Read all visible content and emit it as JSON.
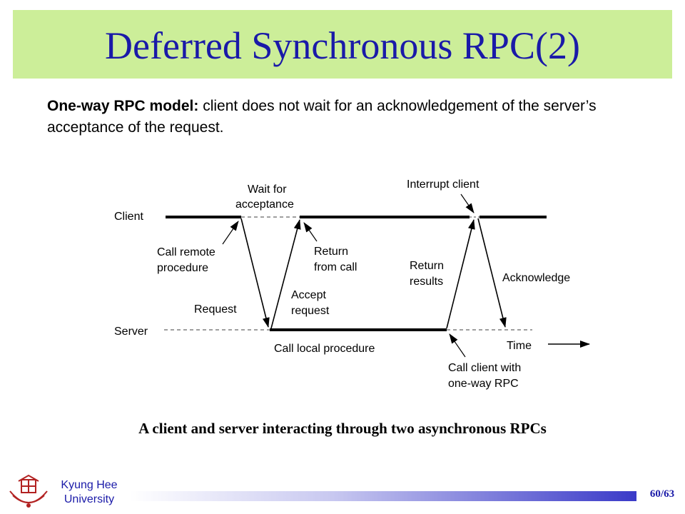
{
  "slide": {
    "title": "Deferred Synchronous RPC(2)",
    "intro_bold": "One-way RPC model:",
    "intro_text": " client does not wait for an acknowledgement of the server’s acceptance of the request.",
    "caption": "A client and server interacting through two asynchronous RPCs",
    "university_line1": "Kyung Hee",
    "university_line2": "University",
    "page_number": "60/63"
  },
  "diagram": {
    "client_label": "Client",
    "server_label": "Server",
    "time_label": "Time",
    "wait_for_acceptance": [
      "Wait for",
      "acceptance"
    ],
    "interrupt_client": "Interrupt client",
    "call_remote_procedure": [
      "Call remote",
      "procedure"
    ],
    "return_from_call": [
      "Return",
      "from call"
    ],
    "request": "Request",
    "accept_request": [
      "Accept",
      "request"
    ],
    "return_results": [
      "Return",
      "results"
    ],
    "acknowledge": "Acknowledge",
    "call_local_procedure": "Call local procedure",
    "call_client_oneway": [
      "Call client with",
      "one-way RPC"
    ]
  },
  "colors": {
    "title_bg": "#ccee99",
    "title_text": "#1a1aa8",
    "footer_accent": "#3a3ac8"
  }
}
